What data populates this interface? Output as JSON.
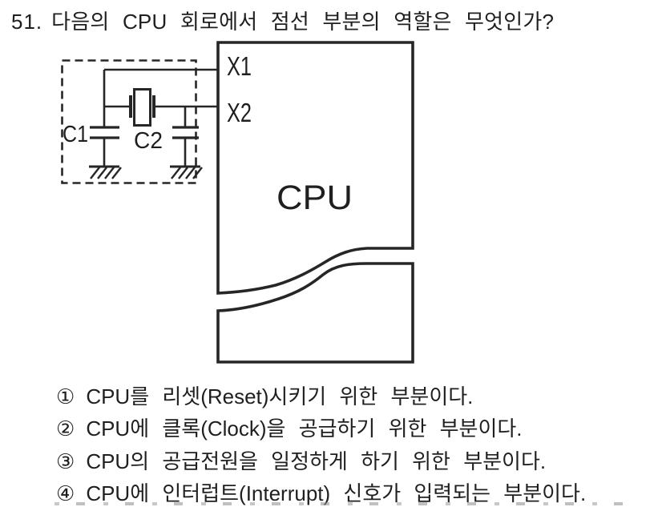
{
  "colors": {
    "background": "#ffffff",
    "ink": "#1f1f1f",
    "line": "#262626"
  },
  "question": {
    "number": "51.",
    "text": "다음의 CPU 회로에서 점선 부분의 역할은 무엇인가?"
  },
  "figure": {
    "labels": {
      "x1": "X1",
      "x2": "X2",
      "cpu": "CPU",
      "c1": "C1",
      "c2": "C2"
    }
  },
  "options": [
    {
      "marker": "①",
      "text": "CPU를 리셋(Reset)시키기 위한 부분이다."
    },
    {
      "marker": "②",
      "text": "CPU에 클록(Clock)을 공급하기 위한 부분이다."
    },
    {
      "marker": "③",
      "text": "CPU의 공급전원을 일정하게 하기 위한 부분이다."
    },
    {
      "marker": "④",
      "text": "CPU에 인터럽트(Interrupt) 신호가 입력되는 부분이다."
    }
  ]
}
